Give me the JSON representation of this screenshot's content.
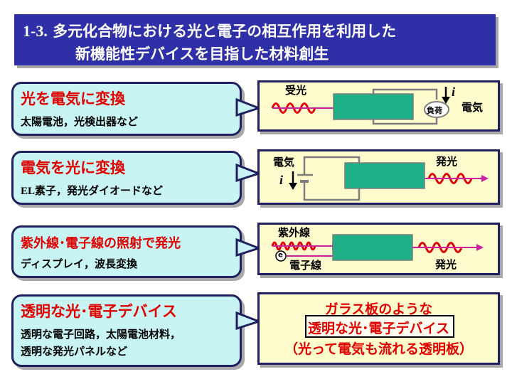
{
  "header": {
    "number": "1-3.",
    "line1": " 多元化合物における光と電子の相互作用を利用した",
    "line2": "新機能性デバイスを目指した材料創生"
  },
  "rows": [
    {
      "title": "光を電気に変換",
      "sub": "太陽電池，光検出器など"
    },
    {
      "title": "電気を光に変換",
      "sub_prefix": "EL",
      "sub": "素子，発光ダイオードなど"
    },
    {
      "title": "紫外線･電子線の照射で発光",
      "sub": "ディスプレイ，波長変換"
    },
    {
      "title": "透明な光･電子デバイス",
      "sub": "透明な電子回路，太陽電池材料，",
      "sub2": "透明な発光パネルなど"
    }
  ],
  "panels": {
    "p1": {
      "light": "受光",
      "current": "i",
      "load": "負荷",
      "electricity": "電気"
    },
    "p2": {
      "electricity": "電気",
      "current": "i",
      "light": "発光"
    },
    "p3": {
      "uv": "紫外線",
      "electron_symbol": "e",
      "electron_sup": "-",
      "electron": "電子線",
      "light": "発光"
    },
    "p4": {
      "line1": "ガラス板のような",
      "line2": "透明な光･電子デバイス",
      "line3": "（光って電気も流れる透明板）"
    }
  },
  "colors": {
    "accent": "#e00000",
    "header_bg": "#2f2fa8",
    "callout_bg": "#c8f4f4",
    "panel_bg": "#fefbcc",
    "device": "#20b088",
    "arrow": "#d020a0"
  }
}
